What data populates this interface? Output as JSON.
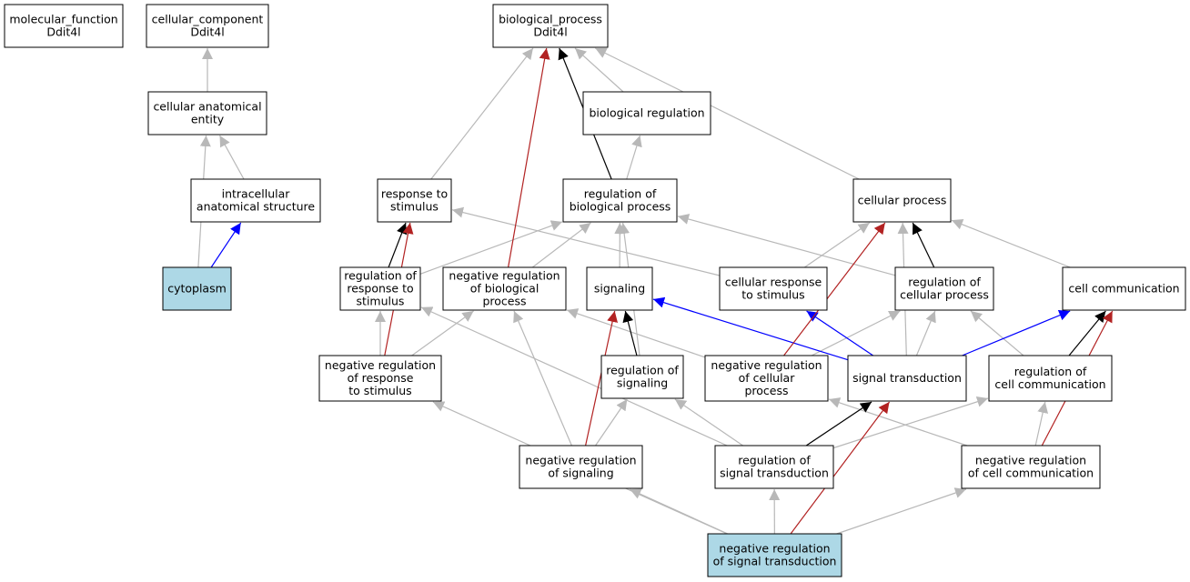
{
  "colors": {
    "background": "#ffffff",
    "node_fill": "#ffffff",
    "highlight_fill": "#add8e6",
    "is_a_edge": "#b8b8b8",
    "part_of_edge": "#000000",
    "regulates_edge": "#0000ff",
    "negatively_regulates_edge": "#b22222"
  },
  "nodes": [
    {
      "id": "molecular_function",
      "lines": [
        "molecular_function",
        "Ddit4l"
      ],
      "highlight": false
    },
    {
      "id": "cellular_component",
      "lines": [
        "cellular_component",
        "Ddit4l"
      ],
      "highlight": false
    },
    {
      "id": "biological_process",
      "lines": [
        "biological_process",
        "Ddit4l"
      ],
      "highlight": false
    },
    {
      "id": "cellular_anatomical_entity",
      "lines": [
        "cellular anatomical",
        "entity"
      ],
      "highlight": false
    },
    {
      "id": "intracellular_anatomical_structure",
      "lines": [
        "intracellular",
        "anatomical structure"
      ],
      "highlight": false
    },
    {
      "id": "cytoplasm",
      "lines": [
        "cytoplasm"
      ],
      "highlight": true
    },
    {
      "id": "biological_regulation",
      "lines": [
        "biological regulation"
      ],
      "highlight": false
    },
    {
      "id": "response_to_stimulus",
      "lines": [
        "response to",
        "stimulus"
      ],
      "highlight": false
    },
    {
      "id": "regulation_of_biological_process",
      "lines": [
        "regulation of",
        "biological process"
      ],
      "highlight": false
    },
    {
      "id": "cellular_process",
      "lines": [
        "cellular process"
      ],
      "highlight": false
    },
    {
      "id": "regulation_of_response_to_stimulus",
      "lines": [
        "regulation of",
        "response to",
        "stimulus"
      ],
      "highlight": false
    },
    {
      "id": "negative_regulation_of_biological_process",
      "lines": [
        "negative regulation",
        "of biological",
        "process"
      ],
      "highlight": false
    },
    {
      "id": "signaling",
      "lines": [
        "signaling"
      ],
      "highlight": false
    },
    {
      "id": "cellular_response_to_stimulus",
      "lines": [
        "cellular response",
        "to stimulus"
      ],
      "highlight": false
    },
    {
      "id": "regulation_of_cellular_process",
      "lines": [
        "regulation of",
        "cellular process"
      ],
      "highlight": false
    },
    {
      "id": "cell_communication",
      "lines": [
        "cell communication"
      ],
      "highlight": false
    },
    {
      "id": "negative_regulation_of_response_to_stimulus",
      "lines": [
        "negative regulation",
        "of response",
        "to stimulus"
      ],
      "highlight": false
    },
    {
      "id": "regulation_of_signaling",
      "lines": [
        "regulation of",
        "signaling"
      ],
      "highlight": false
    },
    {
      "id": "negative_regulation_of_cellular_process",
      "lines": [
        "negative regulation",
        "of cellular",
        "process"
      ],
      "highlight": false
    },
    {
      "id": "signal_transduction",
      "lines": [
        "signal transduction"
      ],
      "highlight": false
    },
    {
      "id": "regulation_of_cell_communication",
      "lines": [
        "regulation of",
        "cell communication"
      ],
      "highlight": false
    },
    {
      "id": "negative_regulation_of_signaling",
      "lines": [
        "negative regulation",
        "of signaling"
      ],
      "highlight": false
    },
    {
      "id": "regulation_of_signal_transduction",
      "lines": [
        "regulation of",
        "signal transduction"
      ],
      "highlight": false
    },
    {
      "id": "negative_regulation_of_cell_communication",
      "lines": [
        "negative regulation",
        "of cell communication"
      ],
      "highlight": false
    },
    {
      "id": "negative_regulation_of_signal_transduction",
      "lines": [
        "negative regulation",
        "of signal transduction"
      ],
      "highlight": true
    }
  ],
  "edges": [
    {
      "from": "cellular_anatomical_entity",
      "to": "cellular_component",
      "type": "is_a"
    },
    {
      "from": "intracellular_anatomical_structure",
      "to": "cellular_anatomical_entity",
      "type": "is_a"
    },
    {
      "from": "cytoplasm",
      "to": "cellular_anatomical_entity",
      "type": "is_a"
    },
    {
      "from": "cytoplasm",
      "to": "intracellular_anatomical_structure",
      "type": "regulates"
    },
    {
      "from": "response_to_stimulus",
      "to": "biological_process",
      "type": "is_a"
    },
    {
      "from": "negative_regulation_of_biological_process",
      "to": "biological_process",
      "type": "negatively_regulates"
    },
    {
      "from": "regulation_of_biological_process",
      "to": "biological_process",
      "type": "part_of"
    },
    {
      "from": "biological_regulation",
      "to": "biological_process",
      "type": "is_a"
    },
    {
      "from": "cellular_process",
      "to": "biological_process",
      "type": "is_a"
    },
    {
      "from": "regulation_of_biological_process",
      "to": "biological_regulation",
      "type": "is_a"
    },
    {
      "from": "regulation_of_response_to_stimulus",
      "to": "response_to_stimulus",
      "type": "part_of"
    },
    {
      "from": "negative_regulation_of_response_to_stimulus",
      "to": "response_to_stimulus",
      "type": "negatively_regulates"
    },
    {
      "from": "cellular_response_to_stimulus",
      "to": "response_to_stimulus",
      "type": "is_a"
    },
    {
      "from": "regulation_of_response_to_stimulus",
      "to": "regulation_of_biological_process",
      "type": "is_a"
    },
    {
      "from": "negative_regulation_of_biological_process",
      "to": "regulation_of_biological_process",
      "type": "is_a"
    },
    {
      "from": "signaling",
      "to": "regulation_of_biological_process",
      "type": "is_a"
    },
    {
      "from": "regulation_of_signaling",
      "to": "regulation_of_biological_process",
      "type": "is_a"
    },
    {
      "from": "regulation_of_cellular_process",
      "to": "regulation_of_biological_process",
      "type": "is_a"
    },
    {
      "from": "cellular_response_to_stimulus",
      "to": "cellular_process",
      "type": "is_a"
    },
    {
      "from": "negative_regulation_of_cellular_process",
      "to": "cellular_process",
      "type": "negatively_regulates"
    },
    {
      "from": "regulation_of_cellular_process",
      "to": "cellular_process",
      "type": "part_of"
    },
    {
      "from": "signal_transduction",
      "to": "cellular_process",
      "type": "is_a"
    },
    {
      "from": "cell_communication",
      "to": "cellular_process",
      "type": "is_a"
    },
    {
      "from": "negative_regulation_of_response_to_stimulus",
      "to": "regulation_of_response_to_stimulus",
      "type": "is_a"
    },
    {
      "from": "negative_regulation_of_response_to_stimulus",
      "to": "negative_regulation_of_biological_process",
      "type": "is_a"
    },
    {
      "from": "negative_regulation_of_signaling",
      "to": "negative_regulation_of_biological_process",
      "type": "is_a"
    },
    {
      "from": "negative_regulation_of_cellular_process",
      "to": "negative_regulation_of_biological_process",
      "type": "is_a"
    },
    {
      "from": "regulation_of_signaling",
      "to": "signaling",
      "type": "part_of"
    },
    {
      "from": "negative_regulation_of_signaling",
      "to": "signaling",
      "type": "negatively_regulates"
    },
    {
      "from": "signal_transduction",
      "to": "signaling",
      "type": "regulates"
    },
    {
      "from": "signal_transduction",
      "to": "cellular_response_to_stimulus",
      "type": "regulates"
    },
    {
      "from": "negative_regulation_of_cellular_process",
      "to": "regulation_of_cellular_process",
      "type": "is_a"
    },
    {
      "from": "signal_transduction",
      "to": "regulation_of_cellular_process",
      "type": "is_a"
    },
    {
      "from": "regulation_of_cell_communication",
      "to": "regulation_of_cellular_process",
      "type": "is_a"
    },
    {
      "from": "signal_transduction",
      "to": "cell_communication",
      "type": "regulates"
    },
    {
      "from": "regulation_of_cell_communication",
      "to": "cell_communication",
      "type": "part_of"
    },
    {
      "from": "negative_regulation_of_cell_communication",
      "to": "cell_communication",
      "type": "negatively_regulates"
    },
    {
      "from": "regulation_of_signal_transduction",
      "to": "regulation_of_response_to_stimulus",
      "type": "is_a"
    },
    {
      "from": "regulation_of_signal_transduction",
      "to": "regulation_of_signaling",
      "type": "is_a"
    },
    {
      "from": "regulation_of_signal_transduction",
      "to": "signal_transduction",
      "type": "part_of"
    },
    {
      "from": "regulation_of_signal_transduction",
      "to": "regulation_of_cell_communication",
      "type": "is_a"
    },
    {
      "from": "negative_regulation_of_signaling",
      "to": "regulation_of_signaling",
      "type": "is_a"
    },
    {
      "from": "negative_regulation_of_cell_communication",
      "to": "negative_regulation_of_cellular_process",
      "type": "is_a"
    },
    {
      "from": "negative_regulation_of_cell_communication",
      "to": "regulation_of_cell_communication",
      "type": "is_a"
    },
    {
      "from": "negative_regulation_of_signal_transduction",
      "to": "negative_regulation_of_response_to_stimulus",
      "type": "is_a"
    },
    {
      "from": "negative_regulation_of_signal_transduction",
      "to": "negative_regulation_of_signaling",
      "type": "is_a"
    },
    {
      "from": "negative_regulation_of_signal_transduction",
      "to": "regulation_of_signal_transduction",
      "type": "is_a"
    },
    {
      "from": "negative_regulation_of_signal_transduction",
      "to": "signal_transduction",
      "type": "negatively_regulates"
    },
    {
      "from": "negative_regulation_of_signal_transduction",
      "to": "negative_regulation_of_cell_communication",
      "type": "is_a"
    }
  ]
}
